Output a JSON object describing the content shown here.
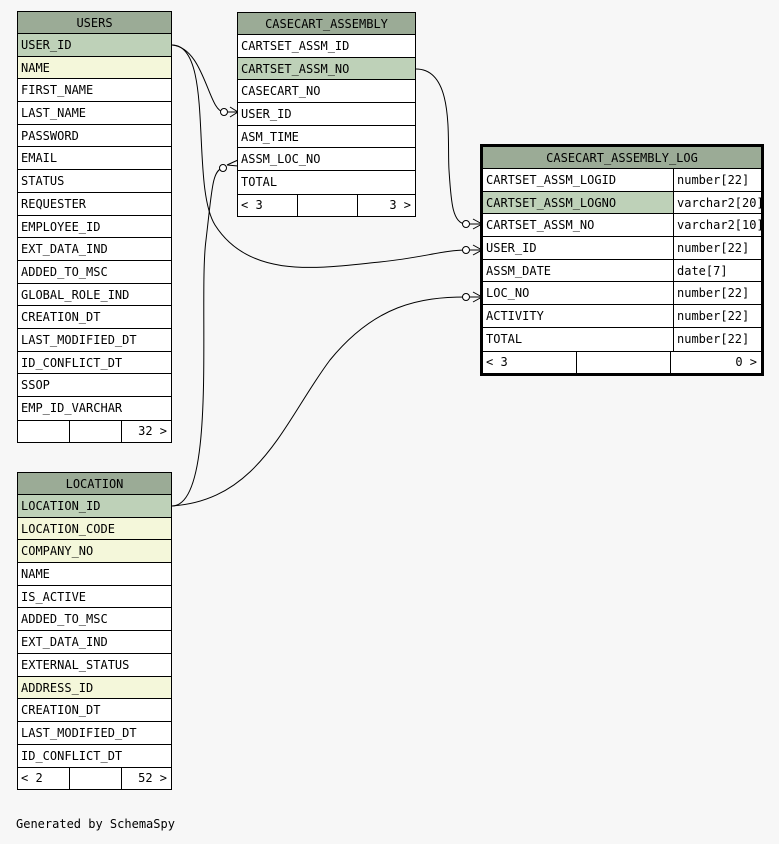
{
  "tables": [
    {
      "id": "users",
      "name": "USERS",
      "rows": [
        {
          "name": "USER_ID",
          "kind": "pk"
        },
        {
          "name": "NAME",
          "kind": "fk"
        },
        {
          "name": "FIRST_NAME",
          "kind": ""
        },
        {
          "name": "LAST_NAME",
          "kind": ""
        },
        {
          "name": "PASSWORD",
          "kind": ""
        },
        {
          "name": "EMAIL",
          "kind": ""
        },
        {
          "name": "STATUS",
          "kind": ""
        },
        {
          "name": "REQUESTER",
          "kind": ""
        },
        {
          "name": "EMPLOYEE_ID",
          "kind": ""
        },
        {
          "name": "EXT_DATA_IND",
          "kind": ""
        },
        {
          "name": "ADDED_TO_MSC",
          "kind": ""
        },
        {
          "name": "GLOBAL_ROLE_IND",
          "kind": ""
        },
        {
          "name": "CREATION_DT",
          "kind": ""
        },
        {
          "name": "LAST_MODIFIED_DT",
          "kind": ""
        },
        {
          "name": "ID_CONFLICT_DT",
          "kind": ""
        },
        {
          "name": "SSOP",
          "kind": ""
        },
        {
          "name": "EMP_ID_VARCHAR",
          "kind": ""
        }
      ],
      "footer": {
        "left": "",
        "right": "32 >"
      }
    },
    {
      "id": "casecart_assembly",
      "name": "CASECART_ASSEMBLY",
      "rows": [
        {
          "name": "CARTSET_ASSM_ID",
          "kind": ""
        },
        {
          "name": "CARTSET_ASSM_NO",
          "kind": "pk"
        },
        {
          "name": "CASECART_NO",
          "kind": ""
        },
        {
          "name": "USER_ID",
          "kind": ""
        },
        {
          "name": "ASM_TIME",
          "kind": ""
        },
        {
          "name": "ASSM_LOC_NO",
          "kind": ""
        },
        {
          "name": "TOTAL",
          "kind": ""
        }
      ],
      "footer": {
        "left": "< 3",
        "right": "3 >"
      }
    },
    {
      "id": "casecart_assembly_log",
      "name": "CASECART_ASSEMBLY_LOG",
      "rows": [
        {
          "name": "CARTSET_ASSM_LOGID",
          "type": "number[22]",
          "kind": ""
        },
        {
          "name": "CARTSET_ASSM_LOGNO",
          "type": "varchar2[20]",
          "kind": "pk"
        },
        {
          "name": "CARTSET_ASSM_NO",
          "type": "varchar2[10]",
          "kind": ""
        },
        {
          "name": "USER_ID",
          "type": "number[22]",
          "kind": ""
        },
        {
          "name": "ASSM_DATE",
          "type": "date[7]",
          "kind": ""
        },
        {
          "name": "LOC_NO",
          "type": "number[22]",
          "kind": ""
        },
        {
          "name": "ACTIVITY",
          "type": "number[22]",
          "kind": ""
        },
        {
          "name": "TOTAL",
          "type": "number[22]",
          "kind": ""
        }
      ],
      "footer": {
        "left": "< 3",
        "right": "0 >"
      }
    },
    {
      "id": "location",
      "name": "LOCATION",
      "rows": [
        {
          "name": "LOCATION_ID",
          "kind": "pk"
        },
        {
          "name": "LOCATION_CODE",
          "kind": "fk"
        },
        {
          "name": "COMPANY_NO",
          "kind": "fk"
        },
        {
          "name": "NAME",
          "kind": ""
        },
        {
          "name": "IS_ACTIVE",
          "kind": ""
        },
        {
          "name": "ADDED_TO_MSC",
          "kind": ""
        },
        {
          "name": "EXT_DATA_IND",
          "kind": ""
        },
        {
          "name": "EXTERNAL_STATUS",
          "kind": ""
        },
        {
          "name": "ADDRESS_ID",
          "kind": "fk"
        },
        {
          "name": "CREATION_DT",
          "kind": ""
        },
        {
          "name": "LAST_MODIFIED_DT",
          "kind": ""
        },
        {
          "name": "ID_CONFLICT_DT",
          "kind": ""
        }
      ],
      "footer": {
        "left": "< 2",
        "right": "52 >"
      }
    }
  ],
  "footer_text": "Generated by SchemaSpy"
}
